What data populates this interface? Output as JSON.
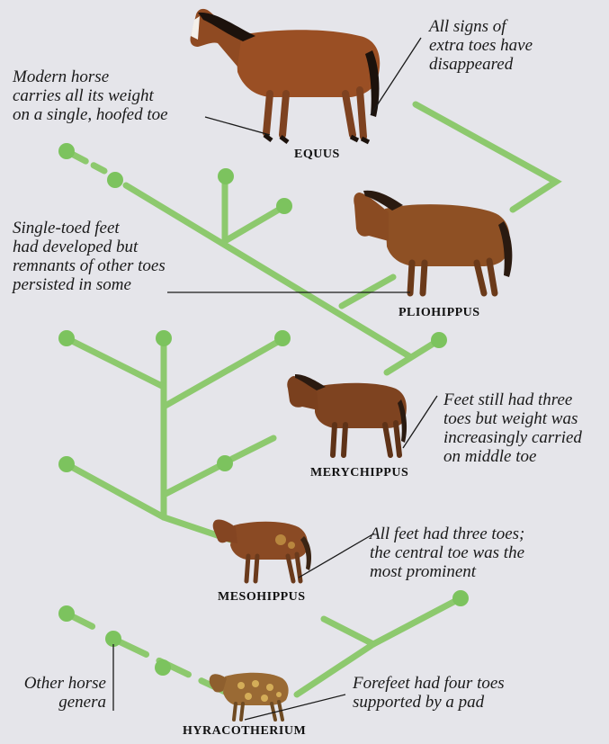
{
  "colors": {
    "background": "#e5e5ea",
    "branch": "#8dc96e",
    "node": "#7cc35e",
    "leader": "#1a1a1a"
  },
  "annotations": {
    "equus": "All signs of\nextra toes have\ndisappeared",
    "modern": "Modern horse\ncarries all its weight\non a single, hoofed toe",
    "pliohippus": "Single-toed feet\nhad developed but\nremnants of other toes\npersisted in some",
    "merychippus": "Feet still had three\ntoes but weight was\nincreasingly carried\non middle toe",
    "mesohippus": "All feet had three toes;\nthe central toe was the\nmost prominent",
    "other_genera": "Other horse\ngenera",
    "hyracotherium": "Forefeet had four toes\nsupported by a pad"
  },
  "species": {
    "equus": "EQUUS",
    "pliohippus": "PLIOHIPPUS",
    "merychippus": "MERYCHIPPUS",
    "mesohippus": "MESOHIPPUS",
    "hyracotherium": "HYRACOTHERIUM"
  }
}
